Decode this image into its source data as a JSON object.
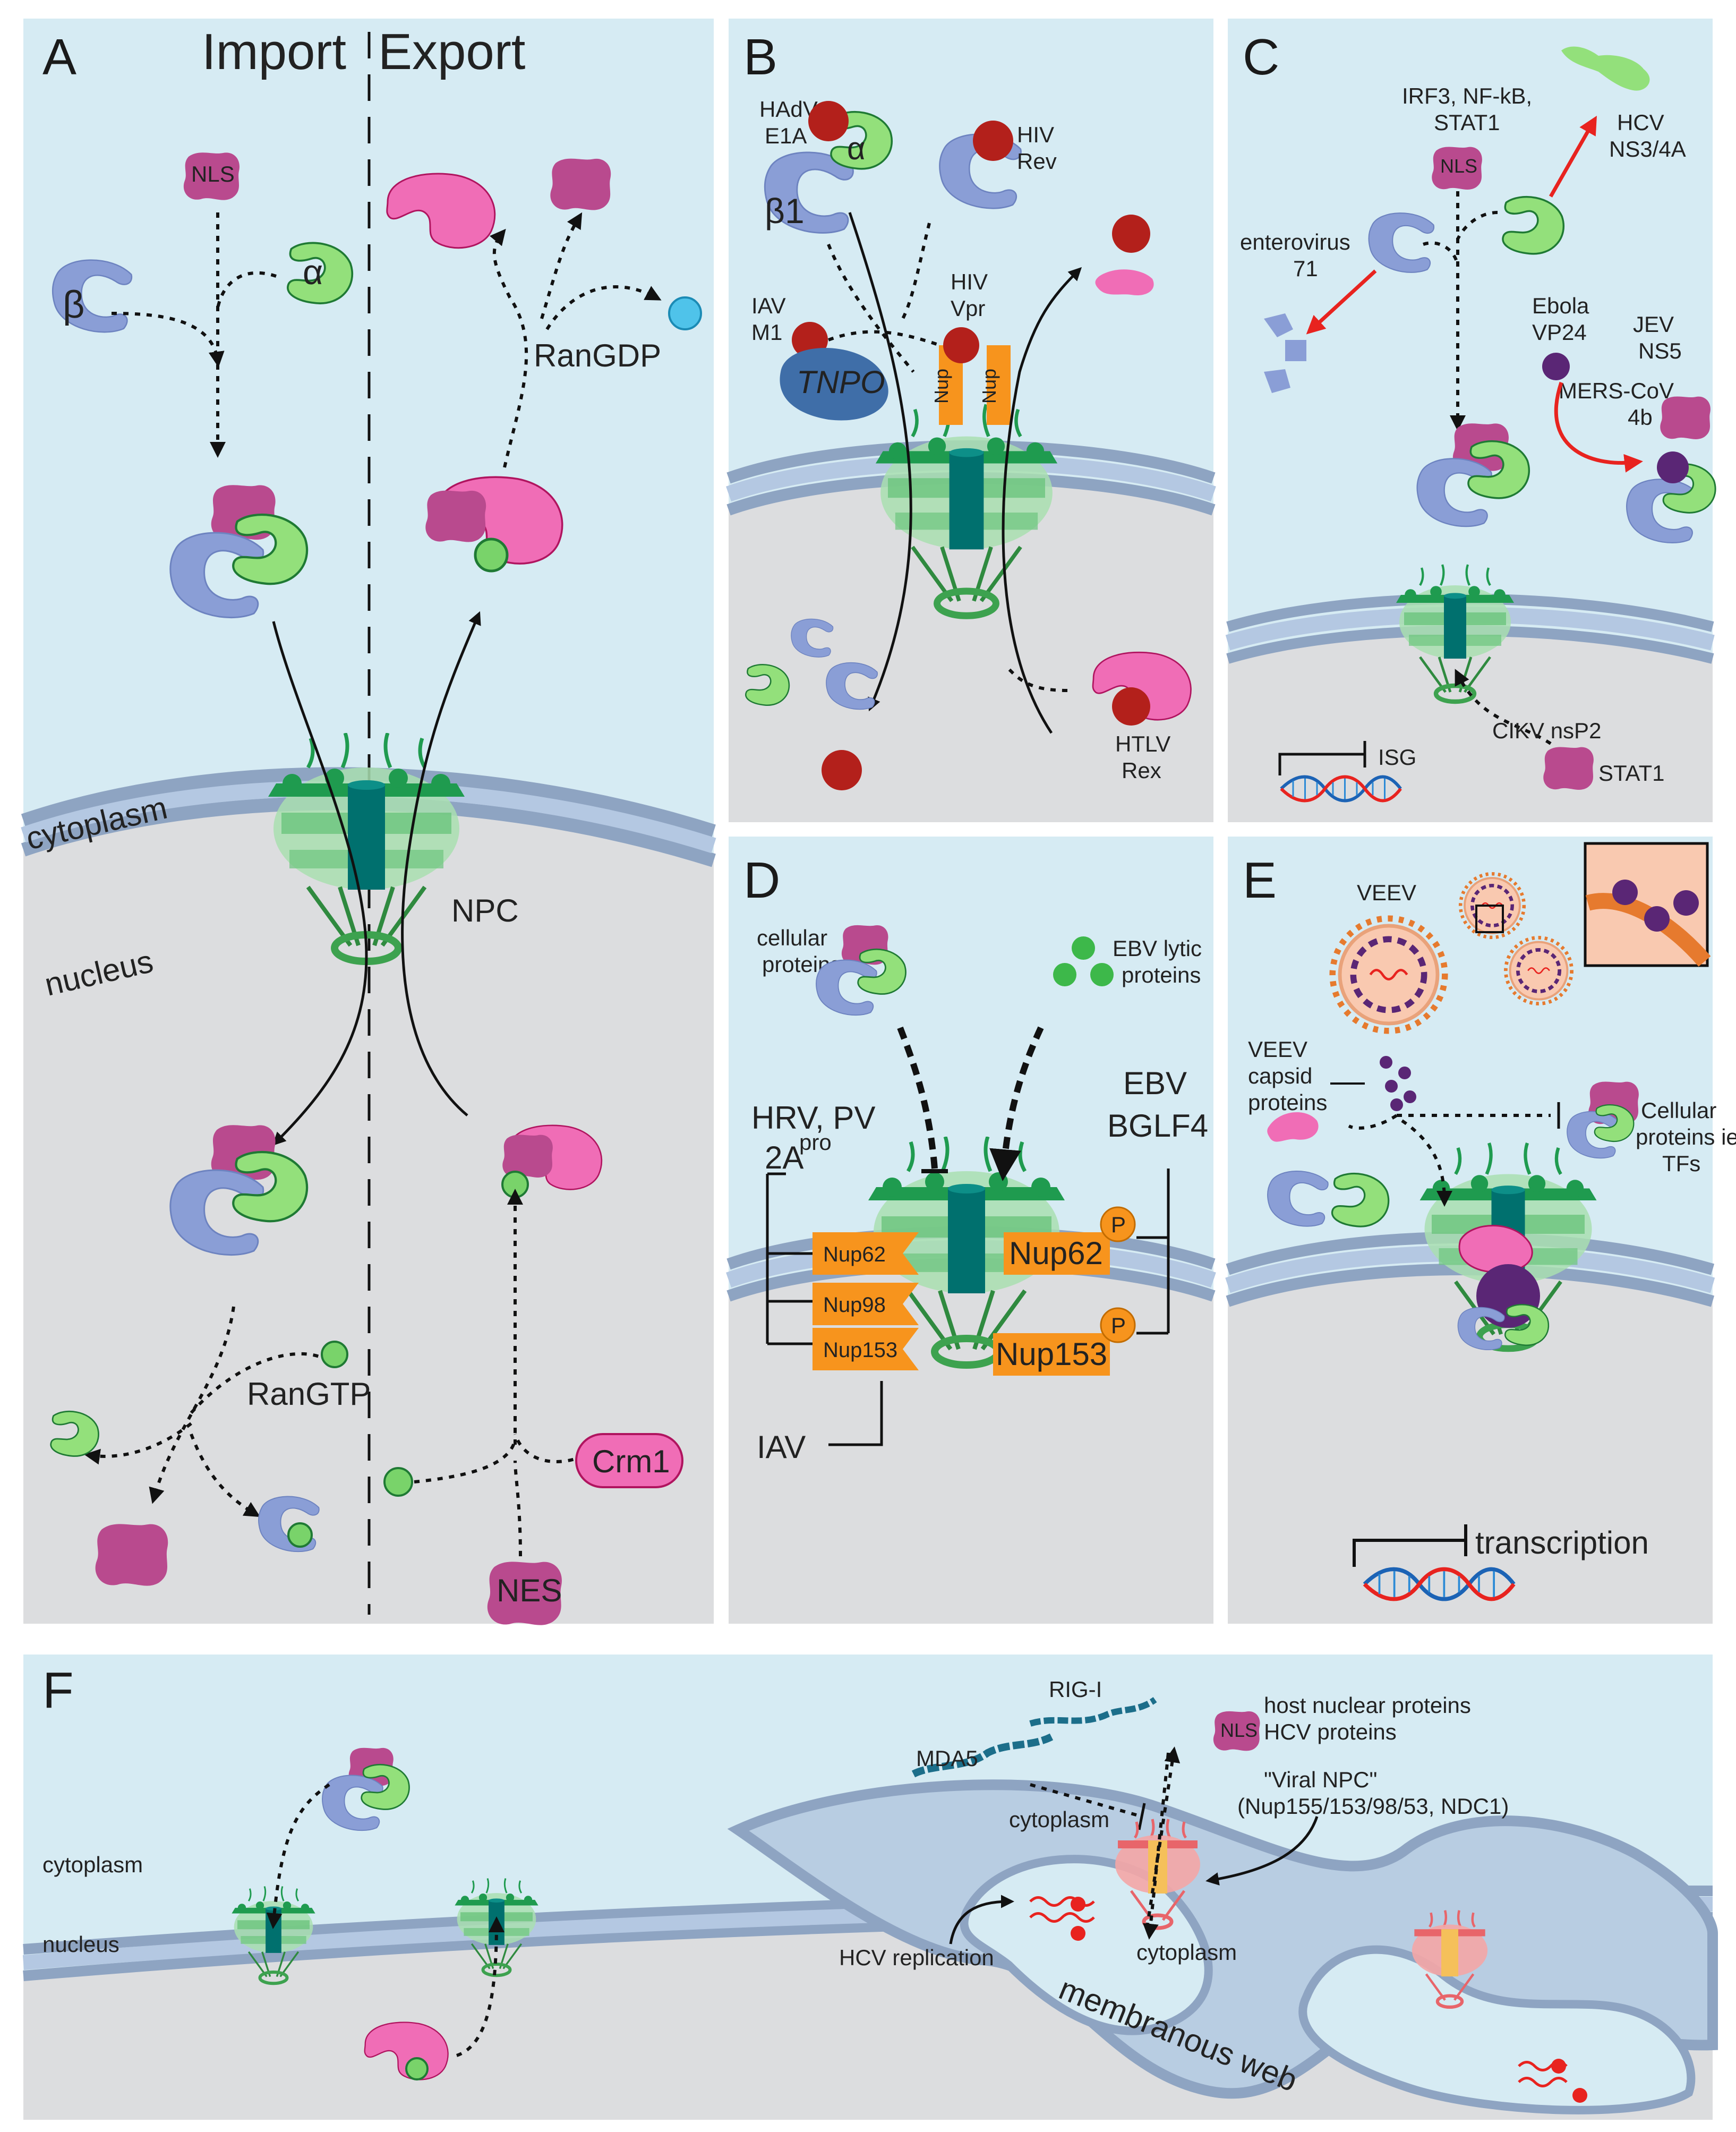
{
  "panel_letters": {
    "a": "A",
    "b": "B",
    "c": "C",
    "d": "D",
    "e": "E",
    "f": "F"
  },
  "panelA": {
    "import": "Import",
    "export": "Export",
    "nls": "NLS",
    "alpha": "α",
    "beta": "β",
    "rangdp": "RanGDP",
    "cytoplasm": "cytoplasm",
    "nucleus": "nucleus",
    "npc": "NPC",
    "rangtp": "RanGTP",
    "nes": "NES",
    "crm1": "Crm1"
  },
  "panelB": {
    "hadv_1": "HAdV",
    "hadv_2": "E1A",
    "alpha": "α",
    "beta1": "β1",
    "hiv_rev_1": "HIV",
    "hiv_rev_2": "Rev",
    "iav_1": "IAV",
    "iav_2": "M1",
    "hiv_vpr_1": "HIV",
    "hiv_vpr_2": "Vpr",
    "tnpo": "TNPO",
    "nup": "Nup",
    "htlv_1": "HTLV",
    "htlv_2": "Rex"
  },
  "panelC": {
    "irf_1": "IRF3, NF-kB,",
    "irf_2": "STAT1",
    "nls": "NLS",
    "hcv_1": "HCV",
    "hcv_2": "NS3/4A",
    "entero_1": "enterovirus",
    "entero_2": "71",
    "ebola_1": "Ebola",
    "ebola_2": "VP24",
    "jev_1": "JEV",
    "jev_2": "NS5",
    "mers_1": "MERS-CoV",
    "mers_2": "4b",
    "cikv": "CIKV nsP2",
    "isg": "ISG",
    "stat1": "STAT1"
  },
  "panelD": {
    "cellular_1": "cellular",
    "cellular_2": "proteins",
    "ebv_lytic_1": "EBV lytic",
    "ebv_lytic_2": "proteins",
    "hrv_1": "HRV, PV",
    "hrv_2": "2A",
    "hrv_sup": "pro",
    "ebv_1": "EBV",
    "ebv_2": "BGLF4",
    "nup62": "Nup62",
    "nup98": "Nup98",
    "nup153": "Nup153",
    "p": "P",
    "iav": "IAV"
  },
  "panelE": {
    "veev": "VEEV",
    "capsid_1": "VEEV",
    "capsid_2": "capsid",
    "capsid_3": "proteins",
    "cell_1": "Cellular",
    "cell_2": "proteins ie.",
    "cell_3": "TFs",
    "transcription": "transcription"
  },
  "panelF": {
    "mda5": "MDA5",
    "rigi": "RIG-I",
    "nls": "NLS",
    "host_1": "host nuclear proteins",
    "host_2": "HCV proteins",
    "viral_1": "\"Viral NPC\"",
    "viral_2": "(Nup155/153/98/53, NDC1)",
    "cyto_top": "cytoplasm",
    "cyto_bottom": "cytoplasm",
    "cytoplasm": "cytoplasm",
    "nucleus": "nucleus",
    "hcv_rep": "HCV replication",
    "web": "membranous web"
  },
  "colors": {
    "background": "#d6ebf3",
    "nucleus": "#dcdddf",
    "membrane": "#8ea4c2",
    "membrane_light": "#b4c8e2",
    "npc": "#1f9b4f",
    "npc_light": "#7fcf8f",
    "channel": "#00706e",
    "importin_beta": "#8a9ed6",
    "importin_alpha": "#93e07b",
    "cargo": "#b94a8e",
    "export_cargo": "#f06db6",
    "ran": "#79d36a",
    "rangdp": "#4fc3ea",
    "virus_red": "#b3201b",
    "tnpo": "#3f6ea8",
    "nup_orange": "#f7941d",
    "purple": "#5a2675",
    "red_arrow": "#e8231f"
  }
}
